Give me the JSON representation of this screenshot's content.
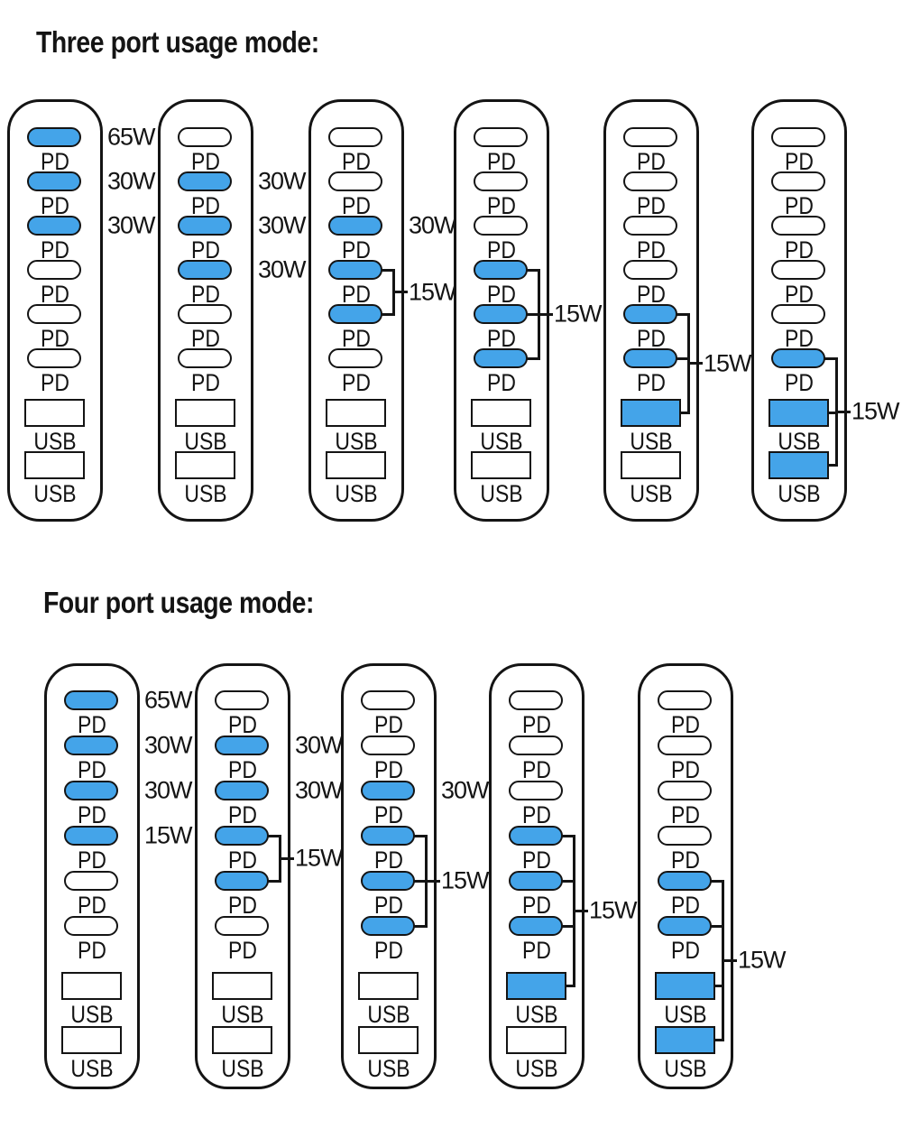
{
  "colors": {
    "active_port": "#44a4e9",
    "inactive_port": "#ffffff",
    "stroke": "#141414",
    "background": "#ffffff"
  },
  "port_names": {
    "pd": "PD",
    "usb": "USB"
  },
  "sections": [
    {
      "title": "Three port usage mode:",
      "devices": [
        {
          "ports": [
            {
              "type": "pd",
              "active": true,
              "label": "65W"
            },
            {
              "type": "pd",
              "active": true,
              "label": "30W"
            },
            {
              "type": "pd",
              "active": true,
              "label": "30W"
            },
            {
              "type": "pd",
              "active": false
            },
            {
              "type": "pd",
              "active": false
            },
            {
              "type": "pd",
              "active": false
            },
            {
              "type": "usb",
              "active": false
            },
            {
              "type": "usb",
              "active": false
            }
          ]
        },
        {
          "ports": [
            {
              "type": "pd",
              "active": false
            },
            {
              "type": "pd",
              "active": true,
              "label": "30W"
            },
            {
              "type": "pd",
              "active": true,
              "label": "30W"
            },
            {
              "type": "pd",
              "active": true,
              "label": "30W"
            },
            {
              "type": "pd",
              "active": false
            },
            {
              "type": "pd",
              "active": false
            },
            {
              "type": "usb",
              "active": false
            },
            {
              "type": "usb",
              "active": false
            }
          ]
        },
        {
          "ports": [
            {
              "type": "pd",
              "active": false
            },
            {
              "type": "pd",
              "active": false
            },
            {
              "type": "pd",
              "active": true,
              "label": "30W"
            },
            {
              "type": "pd",
              "active": true
            },
            {
              "type": "pd",
              "active": true
            },
            {
              "type": "pd",
              "active": false
            },
            {
              "type": "usb",
              "active": false
            },
            {
              "type": "usb",
              "active": false
            }
          ],
          "bracket": {
            "ports": [
              3,
              4
            ],
            "label": "15W"
          }
        },
        {
          "ports": [
            {
              "type": "pd",
              "active": false
            },
            {
              "type": "pd",
              "active": false
            },
            {
              "type": "pd",
              "active": false
            },
            {
              "type": "pd",
              "active": true
            },
            {
              "type": "pd",
              "active": true
            },
            {
              "type": "pd",
              "active": true
            },
            {
              "type": "usb",
              "active": false
            },
            {
              "type": "usb",
              "active": false
            }
          ],
          "bracket": {
            "ports": [
              3,
              4,
              5
            ],
            "label": "15W"
          }
        },
        {
          "ports": [
            {
              "type": "pd",
              "active": false
            },
            {
              "type": "pd",
              "active": false
            },
            {
              "type": "pd",
              "active": false
            },
            {
              "type": "pd",
              "active": false
            },
            {
              "type": "pd",
              "active": true
            },
            {
              "type": "pd",
              "active": true
            },
            {
              "type": "usb",
              "active": true
            },
            {
              "type": "usb",
              "active": false
            }
          ],
          "bracket": {
            "ports": [
              4,
              5,
              6
            ],
            "label": "15W"
          }
        },
        {
          "ports": [
            {
              "type": "pd",
              "active": false
            },
            {
              "type": "pd",
              "active": false
            },
            {
              "type": "pd",
              "active": false
            },
            {
              "type": "pd",
              "active": false
            },
            {
              "type": "pd",
              "active": false
            },
            {
              "type": "pd",
              "active": true
            },
            {
              "type": "usb",
              "active": true
            },
            {
              "type": "usb",
              "active": true
            }
          ],
          "bracket": {
            "ports": [
              5,
              6,
              7
            ],
            "label": "15W"
          }
        }
      ]
    },
    {
      "title": "Four port usage mode:",
      "devices": [
        {
          "ports": [
            {
              "type": "pd",
              "active": true,
              "label": "65W"
            },
            {
              "type": "pd",
              "active": true,
              "label": "30W"
            },
            {
              "type": "pd",
              "active": true,
              "label": "30W"
            },
            {
              "type": "pd",
              "active": true,
              "label": "15W"
            },
            {
              "type": "pd",
              "active": false
            },
            {
              "type": "pd",
              "active": false
            },
            {
              "type": "usb",
              "active": false
            },
            {
              "type": "usb",
              "active": false
            }
          ]
        },
        {
          "ports": [
            {
              "type": "pd",
              "active": false
            },
            {
              "type": "pd",
              "active": true,
              "label": "30W"
            },
            {
              "type": "pd",
              "active": true,
              "label": "30W"
            },
            {
              "type": "pd",
              "active": true
            },
            {
              "type": "pd",
              "active": true
            },
            {
              "type": "pd",
              "active": false
            },
            {
              "type": "usb",
              "active": false
            },
            {
              "type": "usb",
              "active": false
            }
          ],
          "bracket": {
            "ports": [
              3,
              4
            ],
            "label": "15W"
          }
        },
        {
          "ports": [
            {
              "type": "pd",
              "active": false
            },
            {
              "type": "pd",
              "active": false
            },
            {
              "type": "pd",
              "active": true,
              "label": "30W"
            },
            {
              "type": "pd",
              "active": true
            },
            {
              "type": "pd",
              "active": true
            },
            {
              "type": "pd",
              "active": true
            },
            {
              "type": "usb",
              "active": false
            },
            {
              "type": "usb",
              "active": false
            }
          ],
          "bracket": {
            "ports": [
              3,
              4,
              5
            ],
            "label": "15W"
          }
        },
        {
          "ports": [
            {
              "type": "pd",
              "active": false
            },
            {
              "type": "pd",
              "active": false
            },
            {
              "type": "pd",
              "active": false
            },
            {
              "type": "pd",
              "active": true
            },
            {
              "type": "pd",
              "active": true
            },
            {
              "type": "pd",
              "active": true
            },
            {
              "type": "usb",
              "active": true
            },
            {
              "type": "usb",
              "active": false
            }
          ],
          "bracket": {
            "ports": [
              3,
              4,
              5,
              6
            ],
            "label": "15W"
          }
        },
        {
          "ports": [
            {
              "type": "pd",
              "active": false
            },
            {
              "type": "pd",
              "active": false
            },
            {
              "type": "pd",
              "active": false
            },
            {
              "type": "pd",
              "active": false
            },
            {
              "type": "pd",
              "active": true
            },
            {
              "type": "pd",
              "active": true
            },
            {
              "type": "usb",
              "active": true
            },
            {
              "type": "usb",
              "active": true
            }
          ],
          "bracket": {
            "ports": [
              4,
              5,
              6,
              7
            ],
            "label": "15W"
          }
        }
      ]
    }
  ]
}
